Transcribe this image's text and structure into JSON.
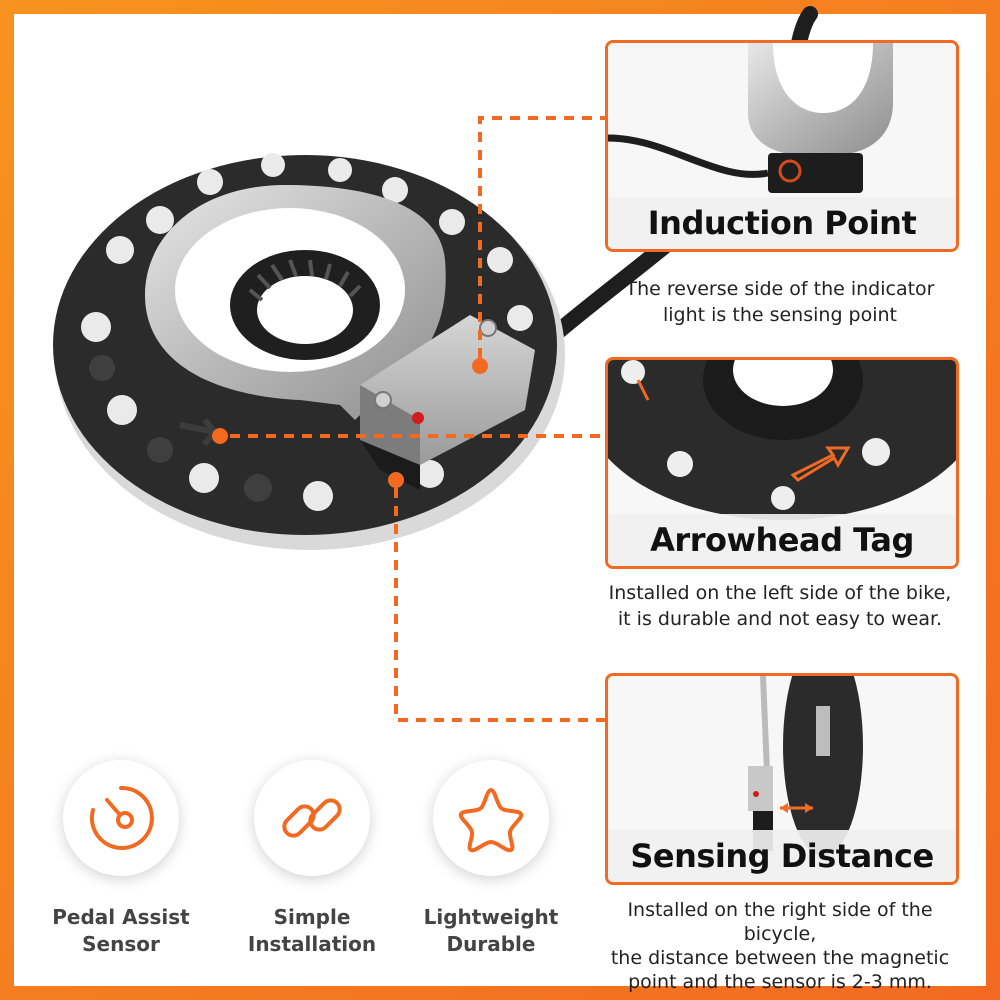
{
  "colors": {
    "accent": "#f26a21",
    "text": "#222222",
    "disc": "#2b2b2b",
    "steel": "#c9c9c9"
  },
  "callouts": [
    {
      "title": "Induction Point",
      "description": [
        "The reverse side of the indicator",
        "light is the sensing point"
      ]
    },
    {
      "title": "Arrowhead Tag",
      "description": [
        "Installed on the left side of the bike,",
        "it is durable and not easy to wear."
      ]
    },
    {
      "title": "Sensing Distance",
      "description": [
        "Installed on the right side of the bicycle,",
        "the distance between the magnetic",
        "point and the sensor is 2-3 mm."
      ]
    }
  ],
  "features": [
    {
      "icon": "speedometer-icon",
      "label": [
        "Pedal Assist",
        "Sensor"
      ]
    },
    {
      "icon": "chain-link-icon",
      "label": [
        "Simple",
        "Installation"
      ]
    },
    {
      "icon": "star-icon",
      "label": [
        "Lightweight",
        "Durable"
      ]
    }
  ]
}
